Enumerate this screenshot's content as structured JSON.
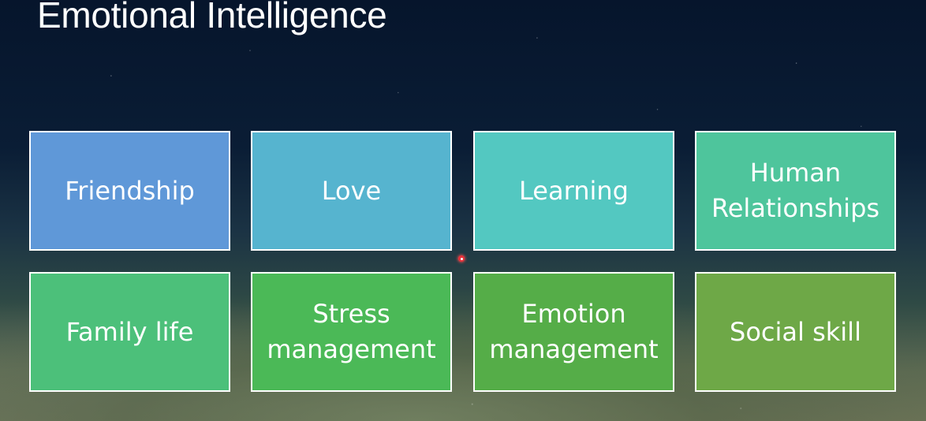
{
  "slide": {
    "title": "Emotional Intelligence"
  },
  "tiles": [
    {
      "label": "Friendship",
      "color": "#5f98d8"
    },
    {
      "label": "Love",
      "color": "#56b4cf"
    },
    {
      "label": "Learning",
      "color": "#53c8c1"
    },
    {
      "label": "Human\nRelationships",
      "color": "#4ec59c"
    },
    {
      "label": "Family life",
      "color": "#4cc07a"
    },
    {
      "label": "Stress\nmanagement",
      "color": "#4bb957"
    },
    {
      "label": "Emotion\nmanagement",
      "color": "#55ad48"
    },
    {
      "label": "Social skill",
      "color": "#6ea847"
    }
  ],
  "colors": {
    "title_text": "#ffffff",
    "tile_border": "#ffffff",
    "laser_pointer": "#e8313a"
  }
}
